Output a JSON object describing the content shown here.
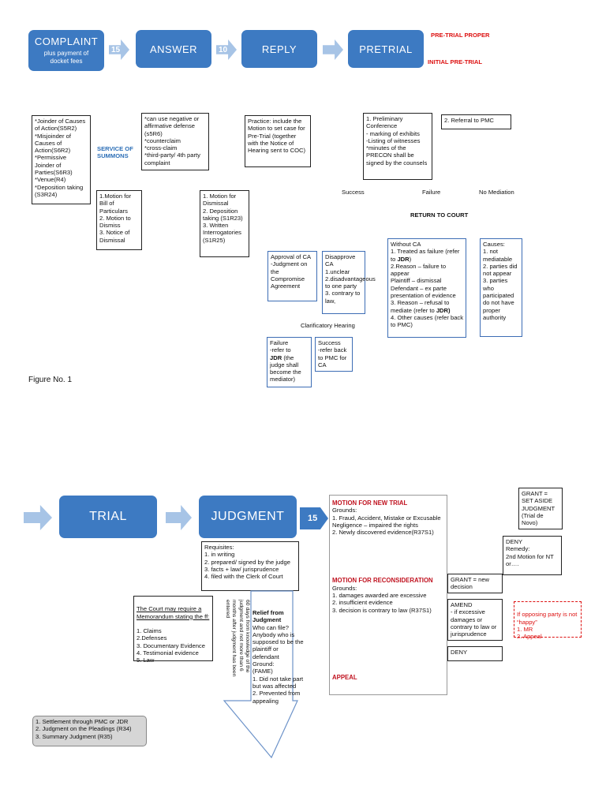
{
  "top": {
    "stages": {
      "complaint": "COMPLAINT",
      "complaint_sub": "plus payment of\ndocket fees",
      "answer": "ANSWER",
      "reply": "REPLY",
      "pretrial": "PRETRIAL"
    },
    "arrows": {
      "a1": "15",
      "a2": "10",
      "a3": ""
    },
    "pretrial_proper": "PRE-TRIAL PROPER",
    "initial_pretrial": "INITIAL PRE-TRIAL",
    "service_of_summons": "SERVICE OF\nSUMMONS",
    "complaint_box": "*Joinder of Causes of Action(S5R2)\n*Misjoinder of Causes of Action(S6R2)\n*Permissive Joinder of Parties(S6R3)\n*Venue(R4)\n*Deposition taking (S3R24)",
    "answer_box": "*can use negative or affirmative defense (s5R6)\n*counterclaim\n*cross-claim\n*third-party/ 4th party complaint",
    "motion_box_1": "1.Motion for Bill of Particulars\n2. Motion to Dismiss\n3. Notice of Dismissal",
    "reply_box": "Practice: include the Motion to set case for Pre-Trial (together with the Notice of Hearing sent to COC)",
    "motion_box_2": "1. Motion for Dismissal\n2. Deposition taking (S1R23)\n3. Written Interrogatories (S1R25)",
    "preliminary_box": "1. Preliminary Conference\n- marking of exhibits\n-Listing of witnesses\n*minutes of the PRECON shall be signed by the counsels",
    "referral_box": "2. Referral to PMC",
    "success": "Success",
    "failure": "Failure",
    "no_mediation": "No Mediation",
    "return_to_court": "RETURN TO COURT",
    "approval_box": "Approval of CA\n-Judgment on the Compromise Agreement",
    "disapprove_box": "Disapprove CA\n1.unclear\n2.disadvantageous to one party\n3. contrary to law,",
    "without_ca_pre": "Without CA\n1. Treated as failure (refer to ",
    "without_ca_jdr1": "JDR",
    "without_ca_mid": ")\n2.Reason – failure to appear\nPlaintiff – dismissal\nDefendant – ex parte presentation of evidence\n3. Reason – refusal to mediate (refer to ",
    "without_ca_jdr2": "JDR)",
    "without_ca_post": "\n4. Other causes (refer back to PMC)",
    "causes_box": "Causes:\n1. not mediatable\n2. parties did not appear\n3. parties who participated do not have proper authority",
    "clarificatory_hearing": "Clarificatory Hearing",
    "failure_box_pre": "Failure\n-refer to\n",
    "failure_box_jdr": "JDR",
    "failure_box_post": " (the judge shall become the mediator)",
    "success_box": "Success\n-refer back to PMC for CA",
    "figure_label": "Figure No. 1"
  },
  "bottom": {
    "stages": {
      "trial": "TRIAL",
      "judgment": "JUDGMENT"
    },
    "arrow_15": "15",
    "requisites_box": "Requisites:\n1. in writing\n2. prepared/ signed by the judge\n3. facts + law/ jurisprudence\n4. filed with the Clerk of Court",
    "memorandum_title": "The Court may require a Memorandum stating the ff:",
    "memorandum_items": "1. Claims\n2.Defenses\n3. Documentary Evidence\n4. Testimonial evidence\n5. Law",
    "vertical_text": "60 days from knowledge of the judgment and not more than 6 months after judgment has been entered",
    "relief_title": "Relief from Judgment",
    "relief_body": "Who can file?\nAnybody who is supposed to be the plaintiff or defendant\nGround:\n(FAME)\n1. Did not take part but was affected\n2. Prevented from appealing",
    "mnt_title": "MOTION FOR NEW TRIAL",
    "mnt_body": "Grounds:\n1. Fraud, Accident, Mistake or Excusable Negligence – impaired the rights\n2. Newly discovered evidence(R37S1)",
    "mr_title": "MOTION FOR RECONSIDERATION",
    "mr_body": "Grounds:\n1. damages awarded are excessive\n2. insufficient evidence\n3. decision is contrary to law (R37S1)",
    "appeal": "APPEAL",
    "grant_box_1": "GRANT =\nSET ASIDE JUDGMENT\n(Trial de Novo)",
    "deny_box_1": "DENY\nRemedy:\n2nd Motion for NT or….",
    "grant_box_2": "GRANT = new decision",
    "amend_box": "AMEND\n- if excessive damages or contrary to law or jurisprudence",
    "deny_box_2": "DENY",
    "opposing_box": "If opposing party is not “happy”\n1. MR\n2. Appeal",
    "grey_box": "1. Settlement through PMC or JDR\n2. Judgment on the Pleadings (R34)\n3. Summary Judgment (R35)"
  }
}
